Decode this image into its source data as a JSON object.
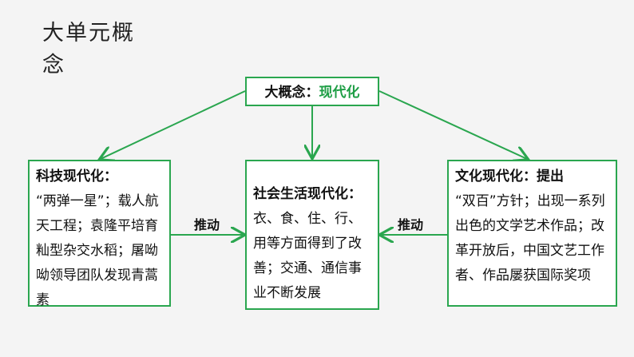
{
  "title": "大单元概念",
  "top": {
    "label": "大概念：",
    "value": "现代化"
  },
  "left": {
    "heading": "科技现代化：",
    "body": "“两弹一星”；载人航天工程；袁隆平培育籼型杂交水稻；屠呦呦领导团队发现青蒿素"
  },
  "center": {
    "heading": "社会生活现代化：",
    "body": "衣、食、住、行、用等方面得到了改善；交通、通信事业不断发展"
  },
  "right": {
    "heading": "文化现代化：提出",
    "body": "“双百”方针；出现一系列出色的文学艺术作品；改革开放后，中国文艺工作者、作品屡获国际奖项"
  },
  "arrow_labels": {
    "left": "推动",
    "right": "推动"
  },
  "colors": {
    "accent": "#2aa64f"
  }
}
